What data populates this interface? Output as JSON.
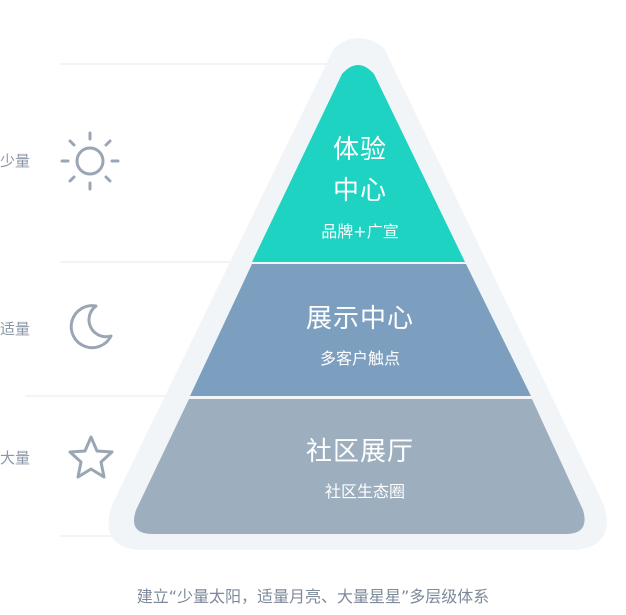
{
  "levels": [
    {
      "side_label": "少量",
      "icon": "sun-icon",
      "title_lines": [
        "体验",
        "中心"
      ],
      "subtitle": "品牌+广宣",
      "color": "#1ed3c2"
    },
    {
      "side_label": "适量",
      "icon": "moon-icon",
      "title_lines": [
        "展示中心"
      ],
      "subtitle": "多客户触点",
      "color": "#7d9fbf"
    },
    {
      "side_label": "大量",
      "icon": "star-icon",
      "title_lines": [
        "社区展厅"
      ],
      "subtitle": "社区生态圈",
      "color": "#9dafbf"
    }
  ],
  "caption": "建立“少量太阳，适量月亮、大量星星”多层级体系",
  "colors": {
    "icon": "#9aa6b4",
    "side_text": "#8a96a6",
    "guide_line": "#e6e9ee",
    "halo": "#f2f5f8"
  }
}
